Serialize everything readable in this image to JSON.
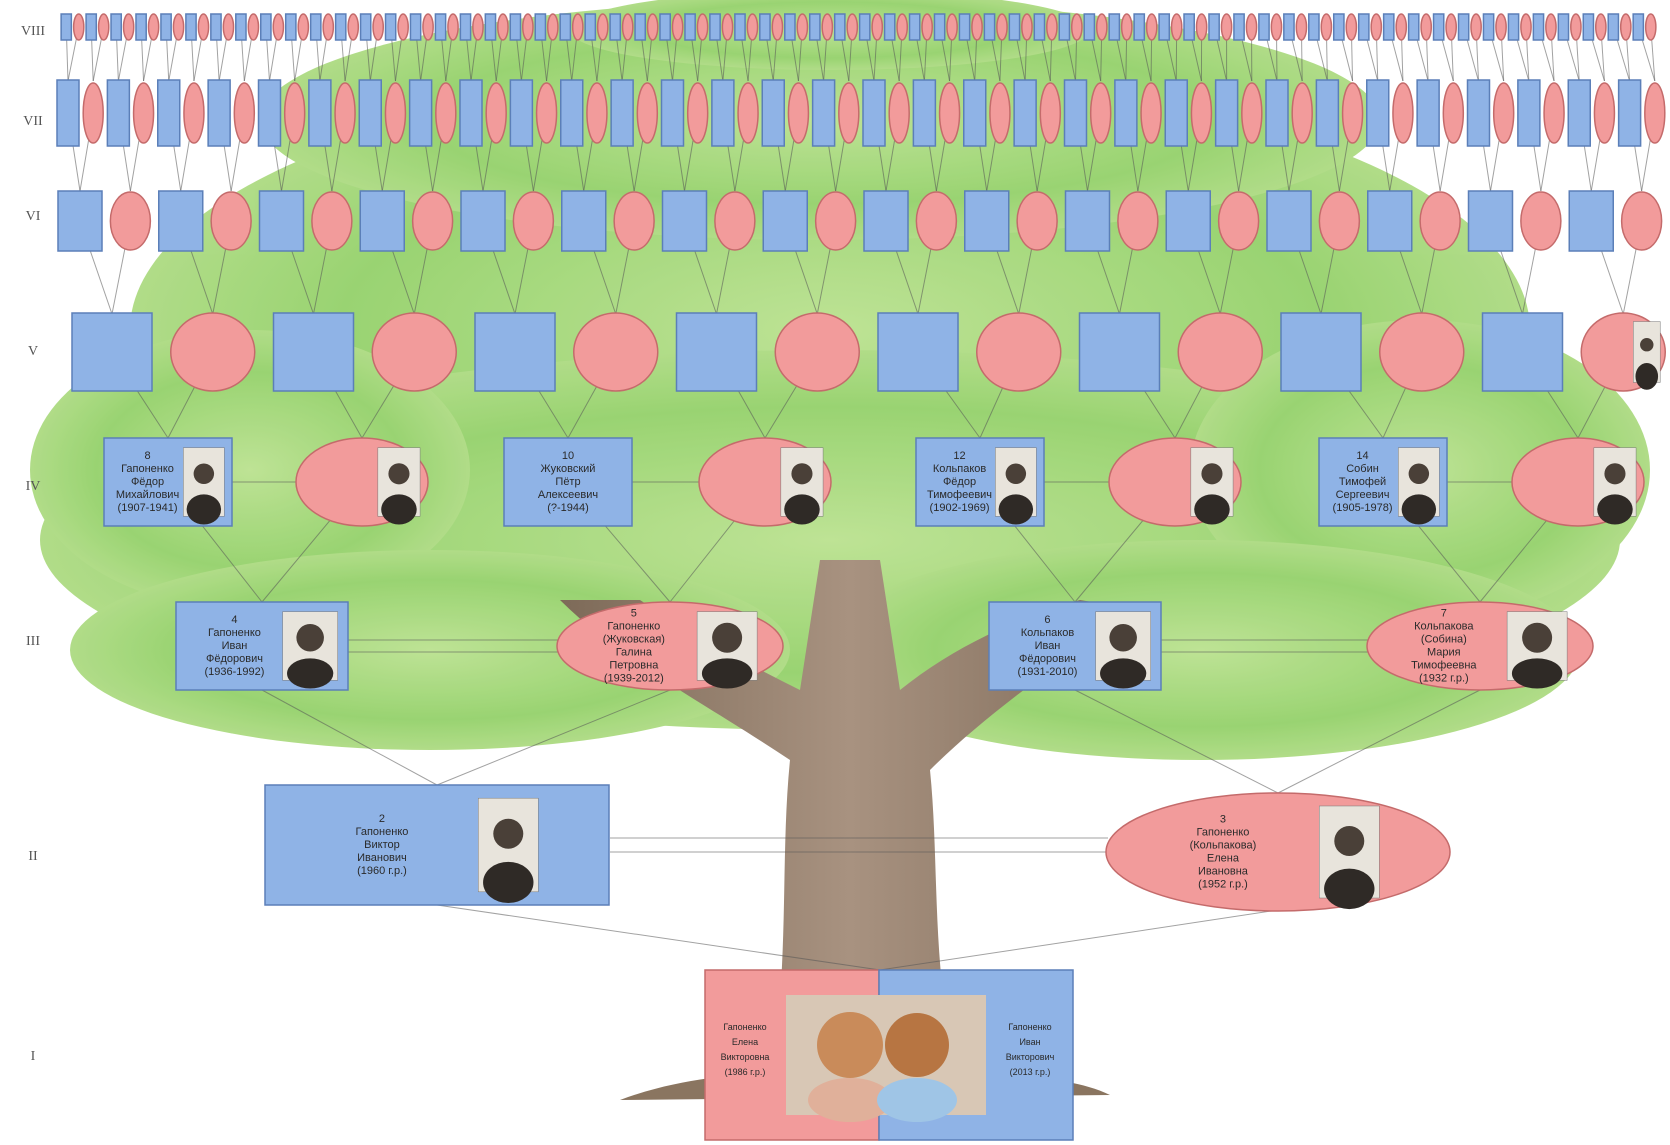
{
  "generation_labels": [
    "VIII",
    "VII",
    "VI",
    "V",
    "IV",
    "III",
    "II",
    "I"
  ],
  "colors": {
    "male": "#8fb3e6",
    "female": "#f29b9b",
    "foliage": "#8fcf63",
    "trunk": "#9a8470"
  },
  "people": {
    "g2_father": {
      "lines": [
        "2",
        "Гапоненко",
        "Виктор",
        "Иванович",
        "(1960 г.р.)"
      ]
    },
    "g2_mother": {
      "lines": [
        "3",
        "Гапоненко",
        "(Кольпакова)",
        "Елена",
        "Ивановна",
        "(1952 г.р.)"
      ]
    },
    "g1_left": {
      "lines": [
        "Гапоненко",
        "Елена",
        "Викторовна",
        "(1986 г.р.)"
      ]
    },
    "g1_right": {
      "lines": [
        "Гапоненко",
        "Иван",
        "Викторович",
        "(2013 г.р.)"
      ]
    },
    "g3_1": {
      "lines": [
        "4",
        "Гапоненко",
        "Иван",
        "Фёдорович",
        "(1936-1992)"
      ]
    },
    "g3_2": {
      "lines": [
        "5",
        "Гапоненко",
        "(Жуковская)",
        "Галина",
        "Петровна",
        "(1939-2012)"
      ]
    },
    "g3_3": {
      "lines": [
        "6",
        "Кольпаков",
        "Иван",
        "Фёдорович",
        "(1931-2010)"
      ]
    },
    "g3_4": {
      "lines": [
        "7",
        "Кольпакова",
        "(Собина)",
        "Мария",
        "Тимофеевна",
        "(1932 г.р.)"
      ]
    },
    "g4_1": {
      "lines": [
        "8",
        "Гапоненко",
        "Фёдор",
        "Михайлович",
        "(1907-1941)"
      ]
    },
    "g4_3": {
      "lines": [
        "10",
        "Жуковский",
        "Пётр",
        "Алексеевич",
        "(?-1944)"
      ]
    },
    "g4_5": {
      "lines": [
        "12",
        "Кольпаков",
        "Фёдор",
        "Тимофеевич",
        "(1902-1969)"
      ]
    },
    "g4_7": {
      "lines": [
        "14",
        "Собин",
        "Тимофей",
        "Сергеевич",
        "(1905-1978)"
      ]
    }
  }
}
